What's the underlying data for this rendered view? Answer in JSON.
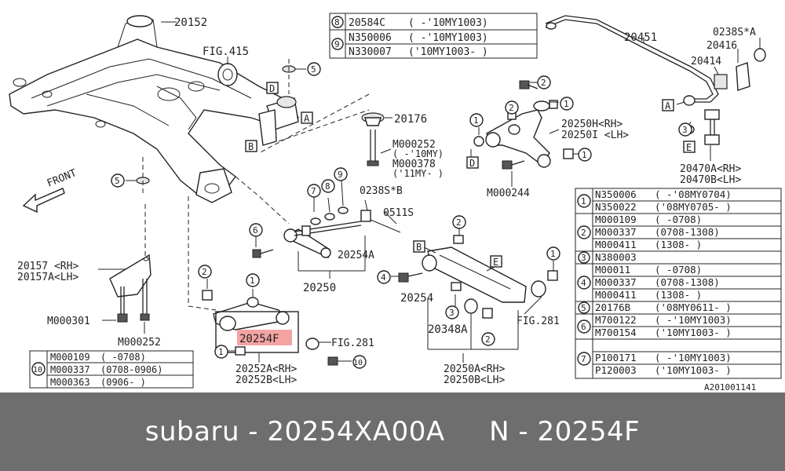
{
  "footer": {
    "text": "subaru - 20254XA00A     N - 20254F"
  },
  "colors": {
    "footer_bg": "#6e6e6e",
    "highlight": "#f4a3a3",
    "line": "#222222"
  },
  "labels": {
    "p20152": "20152",
    "fig415": "FIG.415",
    "p20176": "20176",
    "m000252a": "M000252",
    "m000252a_note": "( -'10MY)",
    "m000378": "M000378",
    "m000378_note": "('11MY- )",
    "front": "FRONT",
    "p20157": "20157 <RH>",
    "p20157a": "20157A<LH>",
    "m000301": "M000301",
    "m000252b": "M000252",
    "p0238sb": "0238S*B",
    "p0511s": "0511S",
    "p20254a": "20254A",
    "p20250": "20250",
    "p20254f": "20254F",
    "fig281a": "FIG.281",
    "p20252a": "20252A<RH>",
    "p20252b": "20252B<LH>",
    "p20254": "20254",
    "p20348a": "20348A",
    "fig281b": "FIG.281",
    "p20250a": "20250A<RH>",
    "p20250b": "20250B<LH>",
    "p20250h": "20250H<RH>",
    "p20250i": "20250I <LH>",
    "m000244": "M000244",
    "p20451": "20451",
    "p0238sa": "0238S*A",
    "p20416": "20416",
    "p20414": "20414",
    "p20470a": "20470A<RH>",
    "p20470b": "20470B<LH>",
    "ref_code": "A201001141",
    "box_a": "A",
    "box_b": "B",
    "box_d": "D",
    "box_e": "E",
    "c1": "1",
    "c2": "2",
    "c3": "3",
    "c4": "4",
    "c5": "5",
    "c6": "6",
    "c7": "7",
    "c8": "8",
    "c9": "9",
    "c10": "10"
  },
  "table_top": [
    {
      "num": "8",
      "rows": [
        {
          "part": "20584C",
          "range": "( -'10MY1003)"
        }
      ]
    },
    {
      "num": "9",
      "rows": [
        {
          "part": "N350006",
          "range": "( -'10MY1003)"
        },
        {
          "part": "N330007",
          "range": "('10MY1003- )"
        }
      ]
    }
  ],
  "table_bottom": [
    {
      "num": "10",
      "rows": [
        {
          "part": "M000109",
          "range": "( -0708)"
        },
        {
          "part": "M000337",
          "range": "(0708-0906)"
        },
        {
          "part": "M000363",
          "range": "(0906- )"
        }
      ]
    }
  ],
  "table_right": [
    {
      "num": "1",
      "rows": [
        {
          "part": "N350006",
          "range": "( -'08MY0704)"
        },
        {
          "part": "N350022",
          "range": "('08MY0705- )"
        }
      ]
    },
    {
      "num": "2",
      "rows": [
        {
          "part": "M000109",
          "range": "( -0708)"
        },
        {
          "part": "M000337",
          "range": "(0708-1308)"
        },
        {
          "part": "M000411",
          "range": "(1308- )"
        }
      ]
    },
    {
      "num": "3",
      "rows": [
        {
          "part": "N380003",
          "range": ""
        }
      ]
    },
    {
      "num": "4",
      "rows": [
        {
          "part": "M00011",
          "range": "( -0708)"
        },
        {
          "part": "M000337",
          "range": "(0708-1308)"
        },
        {
          "part": "M000411",
          "range": "(1308- )"
        }
      ]
    },
    {
      "num": "5",
      "rows": [
        {
          "part": "20176B",
          "range": "('08MY0611- )"
        }
      ]
    },
    {
      "num": "6",
      "rows": [
        {
          "part": "M700122",
          "range": "( -'10MY1003)"
        },
        {
          "part": "M700154",
          "range": "('10MY1003- )"
        }
      ]
    },
    {
      "num": "7",
      "rows": [
        {
          "part": "P100171",
          "range": "( -'10MY1003)"
        },
        {
          "part": "P120003",
          "range": "('10MY1003- )"
        }
      ]
    }
  ]
}
